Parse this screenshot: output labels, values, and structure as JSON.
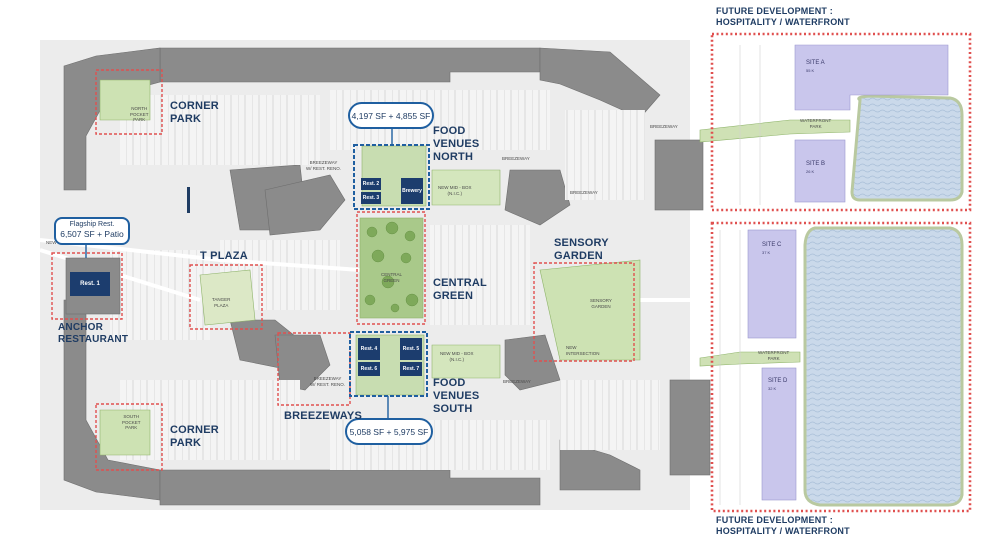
{
  "headers": {
    "future_top": "FUTURE DEVELOPMENT :\nHOSPITALITY / WATERFRONT",
    "future_bottom": "FUTURE DEVELOPMENT :\nHOSPITALITY / WATERFRONT"
  },
  "zones": {
    "corner_park_north": "CORNER\nPARK",
    "corner_park_south": "CORNER\nPARK",
    "food_north": "FOOD\nVENUES\nNORTH",
    "food_south": "FOOD\nVENUES\nSOUTH",
    "central_green": "CENTRAL\nGREEN",
    "sensory_garden": "SENSORY\nGARDEN",
    "t_plaza": "T PLAZA",
    "anchor_restaurant": "ANCHOR\nRESTAURANT",
    "breezeways": "BREEZEWAYS"
  },
  "callouts": {
    "food_north_sf": "4,197 SF + 4,855 SF",
    "food_south_sf": "5,058 SF + 5,975 SF",
    "flagship_line1": "Flagship Rest.",
    "flagship_line2": "6,507 SF + Patio"
  },
  "restaurants": {
    "rest1": "Rest. 1",
    "rest2": "Rest. 2",
    "rest3": "Rest. 3",
    "brewery": "Brewery",
    "rest4": "Rest. 4",
    "rest5": "Rest. 5",
    "rest6": "Rest. 6",
    "rest7": "Rest. 7"
  },
  "small_labels": {
    "north_pocket_park": "NORTH\nPOCKET\nPARK",
    "south_pocket_park": "SOUTH\nPOCKET\nPARK",
    "tanger_plaza": "TANGER\nPLAZA",
    "central_green_small": "CENTRAL\nGREEN",
    "sensory_garden_small": "SENSORY\nGARDEN",
    "new_intersection": "NEW\nINTERSECTION",
    "breezeway_north": "BREEZEWAY\nW/ REST. RENO.",
    "breezeway_south": "BREEZEWAY\nW/ REST. RENO.",
    "new_mid_box_north": "NEW MID - BOX\n(N.I.C.)",
    "new_mid_box_south": "NEW MID - BOX\n(N.I.C.)",
    "breezeway_a": "BREEZEWAY",
    "breezeway_b": "BREEZEWAY",
    "breezeway_c": "BREEZEWAY",
    "breezeway_d": "BREEZEWAY",
    "waterfront_park_north": "WATERFRONT\nPARK",
    "waterfront_park_south": "WATERFRONT\nPARK",
    "new_left": "NEW"
  },
  "sites": {
    "site_a": "SITE A",
    "site_a_area": "55 K",
    "site_b": "SITE B",
    "site_b_area": "26 K",
    "site_c": "SITE C",
    "site_c_area": "37 K",
    "site_d": "SITE D",
    "site_d_area": "32 K"
  },
  "colors": {
    "navy": "#1f3c63",
    "accent_blue": "#1f5fa0",
    "highlight_red": "#e0504f",
    "building_gray": "#8a8a8a",
    "green_space": "#b9d39a",
    "water": "#c9d8e8",
    "site_purple": "#c9c6ec"
  }
}
